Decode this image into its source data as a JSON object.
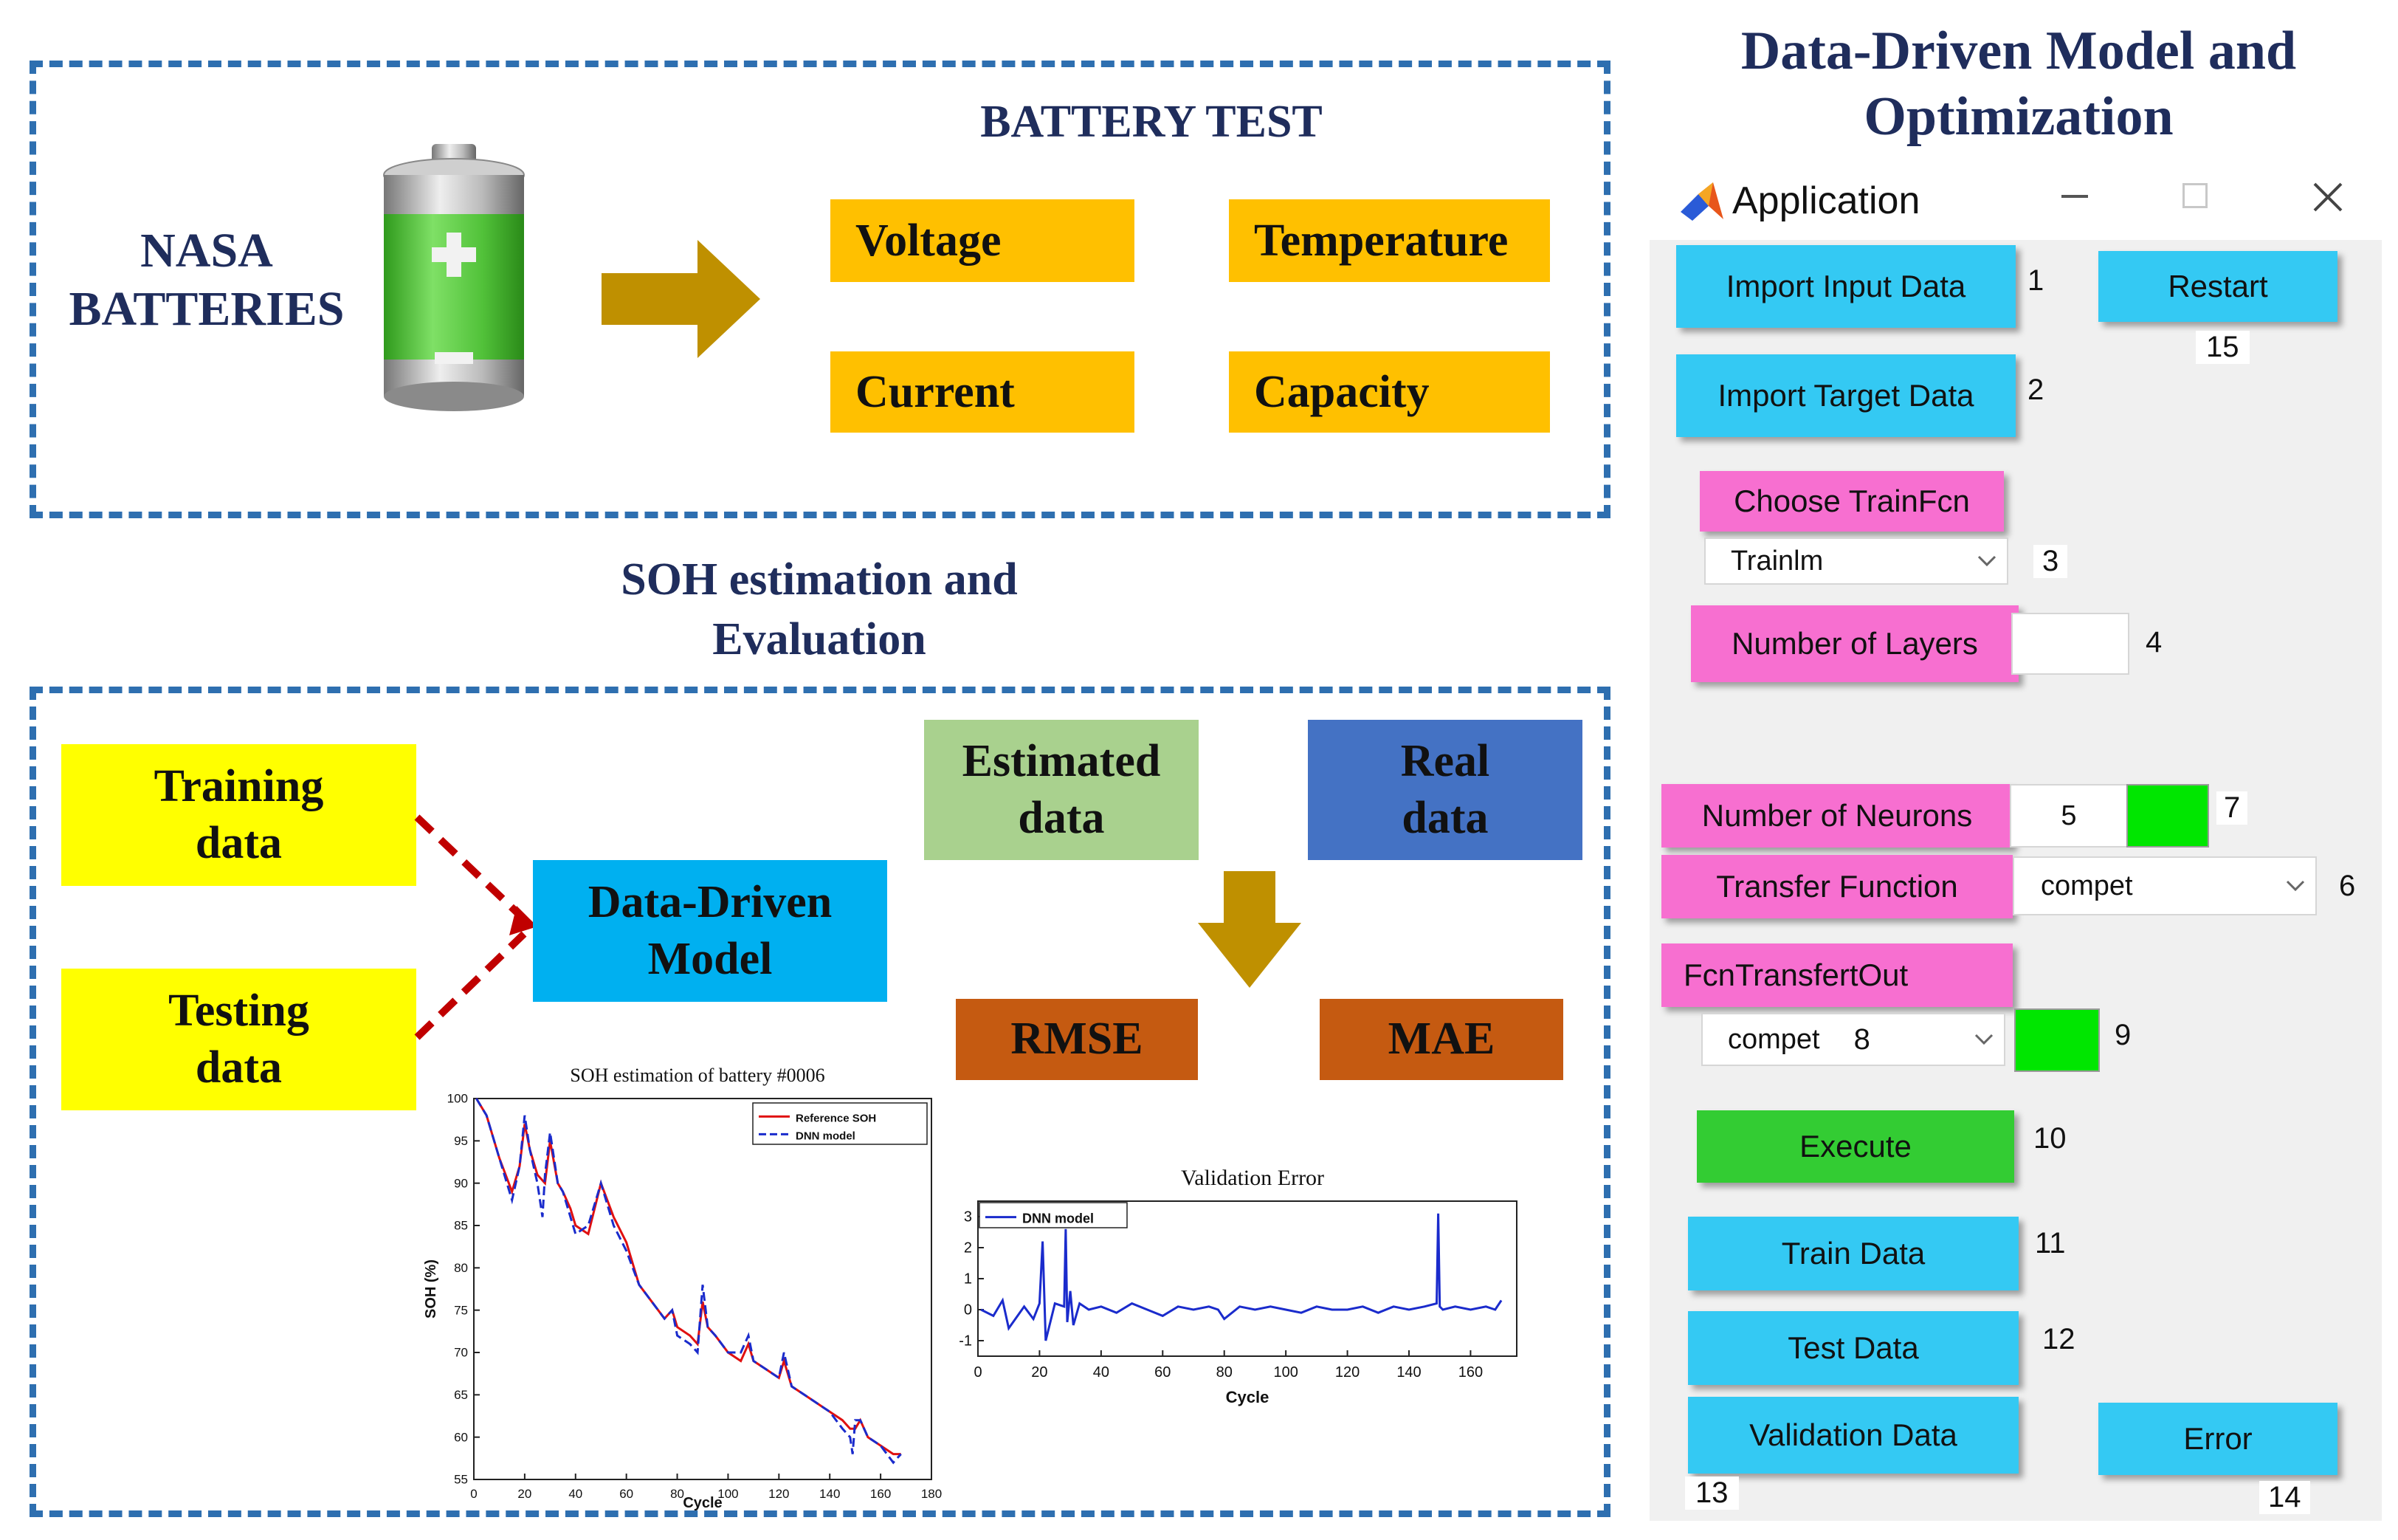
{
  "top_panel": {
    "source_label_line1": "NASA",
    "source_label_line2": "BATTERIES",
    "title": "BATTERY TEST",
    "measurements": [
      "Voltage",
      "Temperature",
      "Current",
      "Capacity"
    ]
  },
  "middle_heading": {
    "line1": "SOH estimation and",
    "line2": "Evaluation"
  },
  "bottom_panel": {
    "training": {
      "line1": "Training",
      "line2": "data"
    },
    "testing": {
      "line1": "Testing",
      "line2": "data"
    },
    "model": {
      "line1": "Data-Driven",
      "line2": "Model"
    },
    "estimated": {
      "line1": "Estimated",
      "line2": "data"
    },
    "real": {
      "line1": "Real",
      "line2": "data"
    },
    "rmse": "RMSE",
    "mae": "MAE"
  },
  "right_panel": {
    "title_line1": "Data-Driven Model and",
    "title_line2": "Optimization",
    "window_title": "Application",
    "buttons": {
      "import_input": "Import Input Data",
      "import_target": "Import Target Data",
      "restart": "Restart",
      "choose_trainfcn": "Choose TrainFcn",
      "number_layers": "Number of Layers",
      "number_neurons": "Number of Neurons",
      "transfer_function": "Transfer Function",
      "fcn_transfert_out": "FcnTransfertOut",
      "execute": "Execute",
      "train_data": "Train Data",
      "test_data": "Test Data",
      "validation_data": "Validation Data",
      "error": "Error"
    },
    "fields": {
      "trainfcn_value": "Trainlm",
      "layers_value": "",
      "neurons_value": "5",
      "transfer_value": "compet",
      "out_value": "compet",
      "out_badge": "8"
    },
    "numbers": [
      "1",
      "2",
      "3",
      "4",
      "6",
      "7",
      "9",
      "10",
      "11",
      "12",
      "13",
      "14",
      "15"
    ]
  },
  "chart_data": [
    {
      "type": "line",
      "title": "SOH estimation of battery #0006",
      "xlabel": "Cycle",
      "ylabel": "SOH (%)",
      "xlim": [
        0,
        180
      ],
      "ylim": [
        55,
        100
      ],
      "xticks": [
        "0",
        "20",
        "40",
        "60",
        "80",
        "100",
        "120",
        "140",
        "160",
        "180"
      ],
      "yticks": [
        "55",
        "60",
        "65",
        "70",
        "75",
        "80",
        "85",
        "90",
        "95",
        "100"
      ],
      "legend_position": "top-right",
      "series": [
        {
          "name": "Reference SOH",
          "color": "#e01010",
          "x": [
            1,
            5,
            10,
            15,
            18,
            20,
            22,
            25,
            28,
            30,
            33,
            35,
            38,
            40,
            45,
            50,
            55,
            60,
            65,
            70,
            75,
            78,
            80,
            85,
            88,
            90,
            92,
            95,
            100,
            105,
            108,
            110,
            115,
            120,
            122,
            125,
            130,
            135,
            140,
            145,
            148,
            150,
            152,
            155,
            160,
            165,
            168
          ],
          "y": [
            100,
            98,
            93,
            89,
            92,
            97,
            94,
            91,
            90,
            95,
            90,
            89,
            87,
            85,
            84,
            90,
            86,
            83,
            78,
            76,
            74,
            75,
            73,
            72,
            71,
            76,
            73,
            72,
            70,
            69,
            71,
            69,
            68,
            67,
            69,
            66,
            65,
            64,
            63,
            62,
            61,
            61,
            62,
            60,
            59,
            58,
            58
          ]
        },
        {
          "name": "DNN model",
          "color": "#1a2bcc",
          "x": [
            1,
            5,
            10,
            15,
            18,
            20,
            22,
            25,
            27,
            28,
            30,
            33,
            35,
            38,
            40,
            45,
            50,
            55,
            60,
            65,
            70,
            75,
            78,
            80,
            85,
            88,
            90,
            92,
            95,
            100,
            105,
            108,
            110,
            115,
            120,
            122,
            125,
            130,
            135,
            140,
            145,
            148,
            149,
            150,
            152,
            155,
            160,
            165,
            168
          ],
          "y": [
            100,
            98,
            93,
            88,
            92,
            98,
            94,
            90,
            86,
            91,
            96,
            90,
            89,
            86,
            84,
            85,
            90,
            85,
            82,
            78,
            76,
            74,
            75,
            72,
            71,
            70,
            78,
            73,
            72,
            70,
            70,
            72,
            69,
            68,
            67,
            70,
            66,
            65,
            64,
            63,
            61,
            60,
            58,
            62,
            62,
            60,
            59,
            57,
            58
          ]
        }
      ]
    },
    {
      "type": "line",
      "title": "Validation Error",
      "xlabel": "Cycle",
      "ylabel": "",
      "xlim": [
        0,
        175
      ],
      "ylim": [
        -1.5,
        3.5
      ],
      "xticks": [
        "0",
        "20",
        "40",
        "60",
        "80",
        "100",
        "120",
        "140",
        "160"
      ],
      "yticks": [
        "-1",
        "0",
        "1",
        "2",
        "3"
      ],
      "legend_position": "top-left",
      "series": [
        {
          "name": "DNN model",
          "color": "#1a2bcc",
          "x": [
            1,
            5,
            8,
            10,
            15,
            18,
            20,
            21,
            22,
            25,
            28,
            28.5,
            29,
            30,
            31,
            33,
            36,
            40,
            45,
            50,
            55,
            60,
            65,
            70,
            75,
            78,
            80,
            85,
            90,
            95,
            100,
            105,
            110,
            115,
            120,
            125,
            130,
            135,
            140,
            145,
            149,
            149.5,
            150,
            151,
            155,
            160,
            165,
            168,
            170
          ],
          "y": [
            0,
            -0.2,
            0.3,
            -0.6,
            0.1,
            -0.3,
            0.2,
            2.2,
            -1,
            0.2,
            0.1,
            2.6,
            -0.4,
            0.6,
            -0.5,
            0.2,
            0,
            0.1,
            -0.1,
            0.2,
            0,
            -0.2,
            0.1,
            0,
            0.1,
            0,
            -0.3,
            0.1,
            0,
            0.1,
            0,
            -0.1,
            0.1,
            0,
            0,
            0.1,
            -0.1,
            0.1,
            0,
            0.1,
            0.2,
            3.1,
            0.1,
            0,
            0.1,
            0,
            0.1,
            0,
            0.3
          ]
        }
      ]
    }
  ]
}
